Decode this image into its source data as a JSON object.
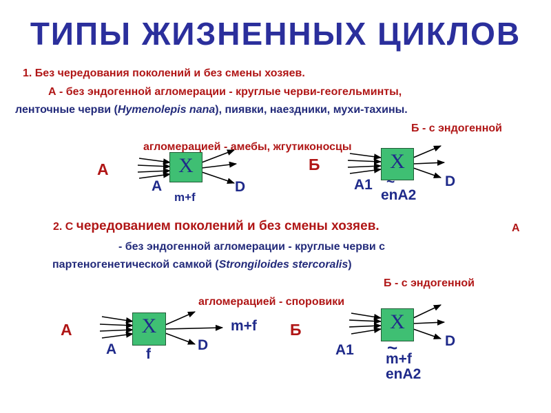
{
  "title": "ТИПЫ ЖИЗНЕННЫХ ЦИКЛОВ",
  "section1": {
    "heading": "1. Без чередования поколений и без смены хозяев.",
    "a_line1": "А - без эндогенной агломерации - круглые черви-геогельминты,",
    "a_line2_pre": "ленточные черви (",
    "a_line2_italic": "Hymenolepis nana",
    "a_line2_post": "), пиявки, наездники, мухи-тахины.",
    "b_line1": "Б - с эндогенной",
    "b_line2": "агломерацией - амебы, жгутиконосцы",
    "diagram_a": {
      "letter": "А",
      "box": "X",
      "input": "A",
      "output": "D",
      "below": "m+f"
    },
    "diagram_b": {
      "letter": "Б",
      "box": "X",
      "input": "A1",
      "output": "D",
      "tilde": "~",
      "below": "enA2"
    }
  },
  "section2": {
    "heading_num": "2. С ",
    "heading_rest": "чередованием поколений и без смены хозяев.",
    "a_letter": "А",
    "a_line1": "- без эндогенной агломерации - круглые черви с",
    "a_line2_pre": "партеногенетической самкой (",
    "a_line2_italic": "Strongiloides stercoralis",
    "a_line2_post": ")",
    "b_line1": "Б - с эндогенной",
    "b_line2": "агломерацией - споровики",
    "diagram_a": {
      "letter": "А",
      "box": "X",
      "input": "A",
      "output": "D",
      "below": "f",
      "extra": "m+f"
    },
    "diagram_b": {
      "letter": "Б",
      "box": "X",
      "input": "A1",
      "output": "D",
      "tilde": "~",
      "below1": "m+f",
      "below2": "enA2"
    }
  }
}
